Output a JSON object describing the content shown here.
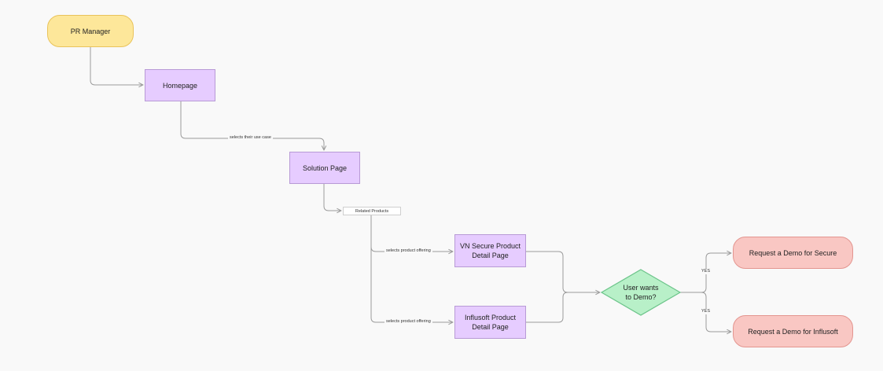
{
  "nodes": {
    "pr_manager": "PR Manager",
    "homepage": "Homepage",
    "solution_page": "Solution Page",
    "related_products": "Related Products",
    "vn_secure": "VN Secure Product Detail Page",
    "influsoft": "Influsoft Product Detail Page",
    "decision": "User wants to Demo?",
    "demo_secure": "Request a Demo for Secure",
    "demo_influsoft": "Request a Demo for Influsoft"
  },
  "edges": {
    "selects_use_case": "selects their use case",
    "selects_offering_1": "selects product offering",
    "selects_offering_2": "selects product offering",
    "yes_1": "YES",
    "yes_2": "YES"
  },
  "colors": {
    "start_fill": "#fde79a",
    "page_fill": "#e6ccff",
    "decision_fill": "#b8f0c8",
    "end_fill": "#f9c7c3",
    "edge": "#9a9a9a"
  }
}
